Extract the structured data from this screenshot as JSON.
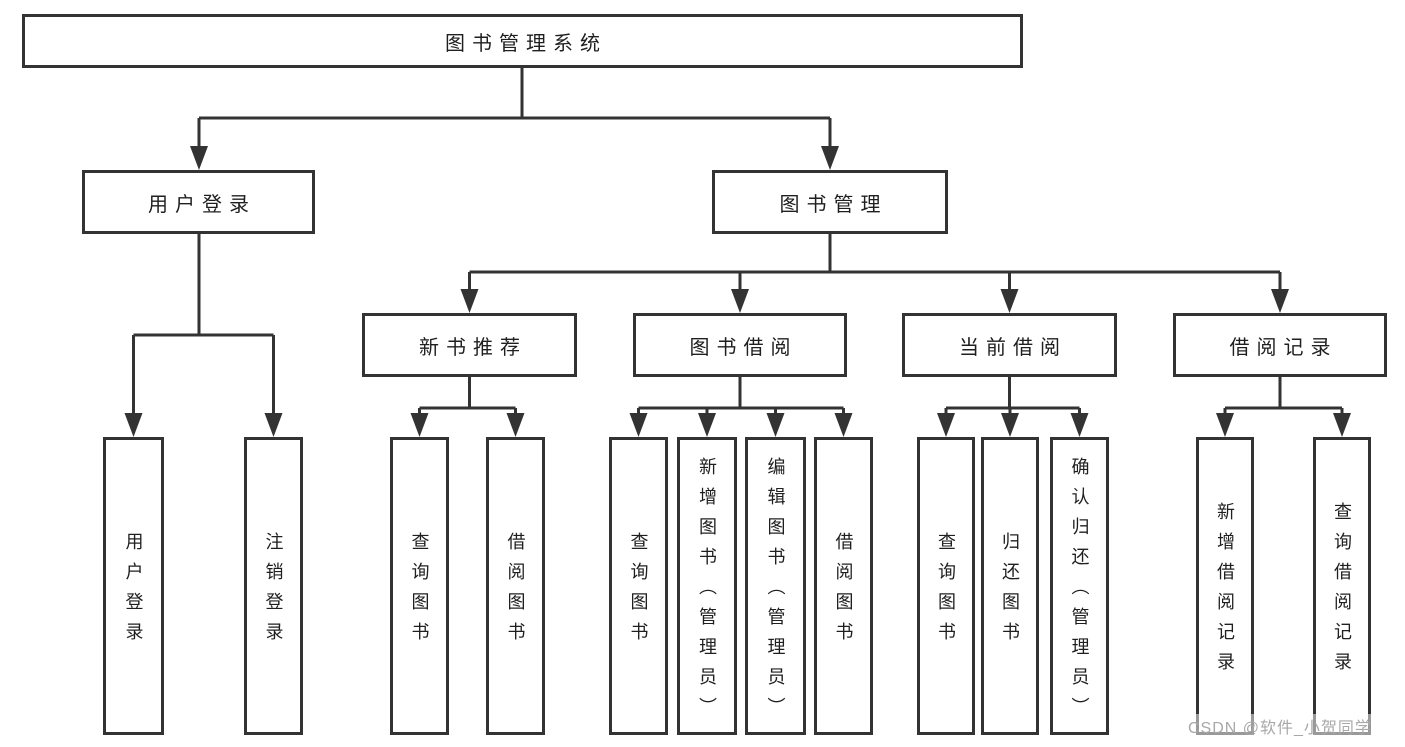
{
  "tree": {
    "root": {
      "label": "图书管理系统",
      "children": [
        {
          "label": "用户登录",
          "children": [
            {
              "label": "用户登录"
            },
            {
              "label": "注销登录"
            }
          ]
        },
        {
          "label": "图书管理",
          "children": [
            {
              "label": "新书推荐",
              "children": [
                {
                  "label": "查询图书"
                },
                {
                  "label": "借阅图书"
                }
              ]
            },
            {
              "label": "图书借阅",
              "children": [
                {
                  "label": "查询图书"
                },
                {
                  "label": "新增图书（管理员）"
                },
                {
                  "label": "编辑图书（管理员）"
                },
                {
                  "label": "借阅图书"
                }
              ]
            },
            {
              "label": "当前借阅",
              "children": [
                {
                  "label": "查询图书"
                },
                {
                  "label": "归还图书"
                },
                {
                  "label": "确认归还（管理员）"
                }
              ]
            },
            {
              "label": "借阅记录",
              "children": [
                {
                  "label": "新增借阅记录"
                },
                {
                  "label": "查询借阅记录"
                }
              ]
            }
          ]
        }
      ]
    }
  },
  "watermark": {
    "text": "CSDN @软件_小贺同学"
  },
  "colors": {
    "line": "#333333",
    "box_border": "#333333",
    "text": "#1f1f1f",
    "watermark": "#a8a8a8",
    "background": "#ffffff"
  }
}
